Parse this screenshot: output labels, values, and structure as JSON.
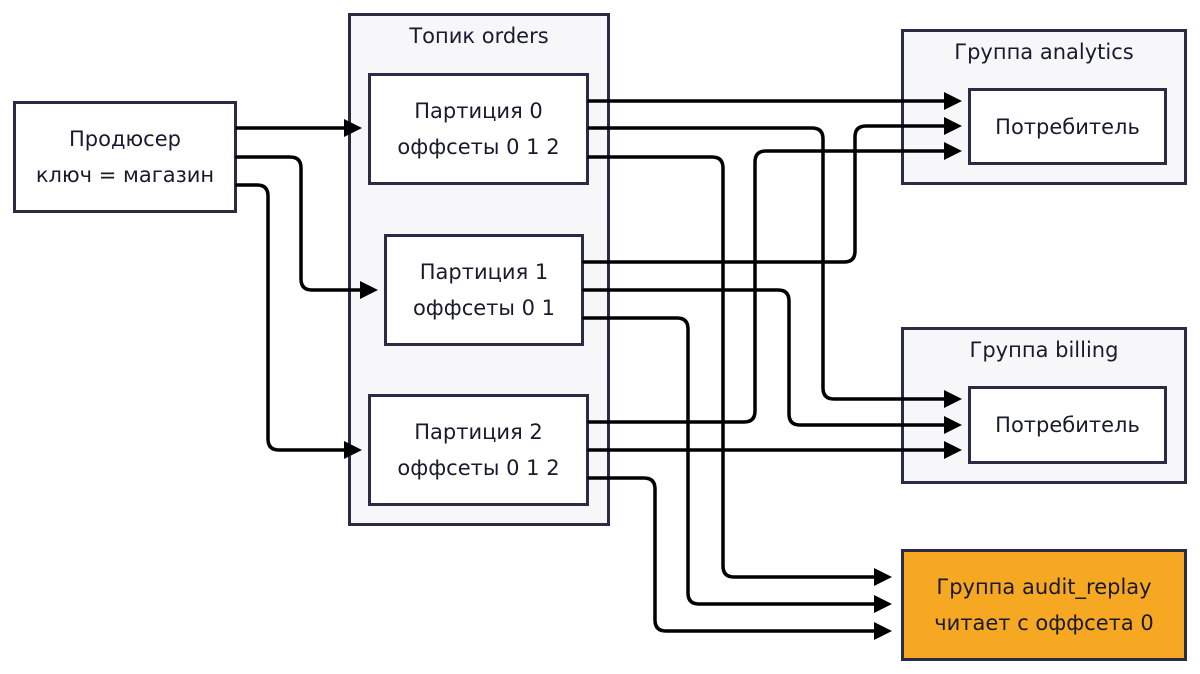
{
  "producer": {
    "line1": "Продюсер",
    "line2": "ключ = магазин"
  },
  "topic": {
    "title": "Топик orders",
    "partitions": [
      {
        "line1": "Партиция 0",
        "line2": "оффсеты 0 1 2"
      },
      {
        "line1": "Партиция 1",
        "line2": "оффсеты 0 1"
      },
      {
        "line1": "Партиция 2",
        "line2": "оффсеты 0 1 2"
      }
    ]
  },
  "groups": {
    "analytics": {
      "title": "Группа analytics",
      "consumer": "Потребитель"
    },
    "billing": {
      "title": "Группа billing",
      "consumer": "Потребитель"
    },
    "audit": {
      "line1": "Группа audit_replay",
      "line2": "читает с оффсета 0",
      "color": "#f7a823"
    }
  }
}
